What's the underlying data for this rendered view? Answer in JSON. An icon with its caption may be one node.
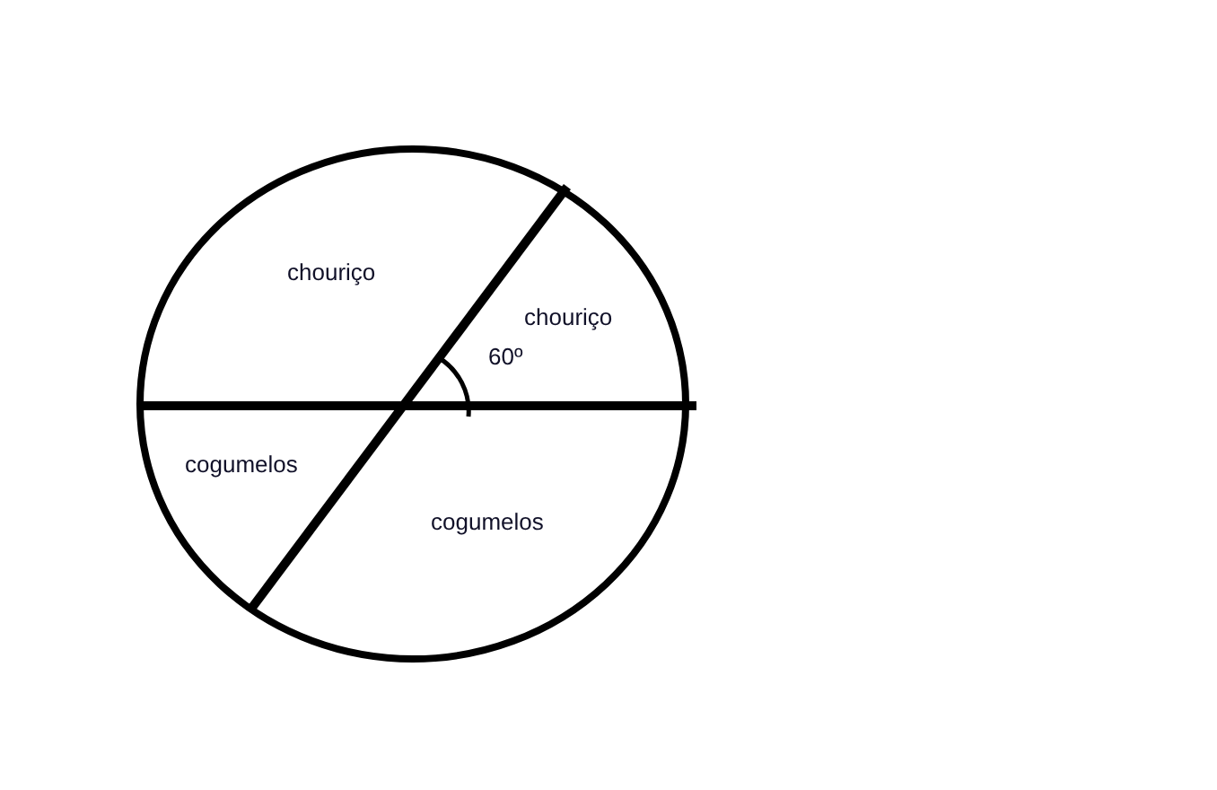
{
  "diagram": {
    "labels": [
      "chouriço",
      "chouriço",
      "60º",
      "cogumelos",
      "cogumelos"
    ]
  }
}
